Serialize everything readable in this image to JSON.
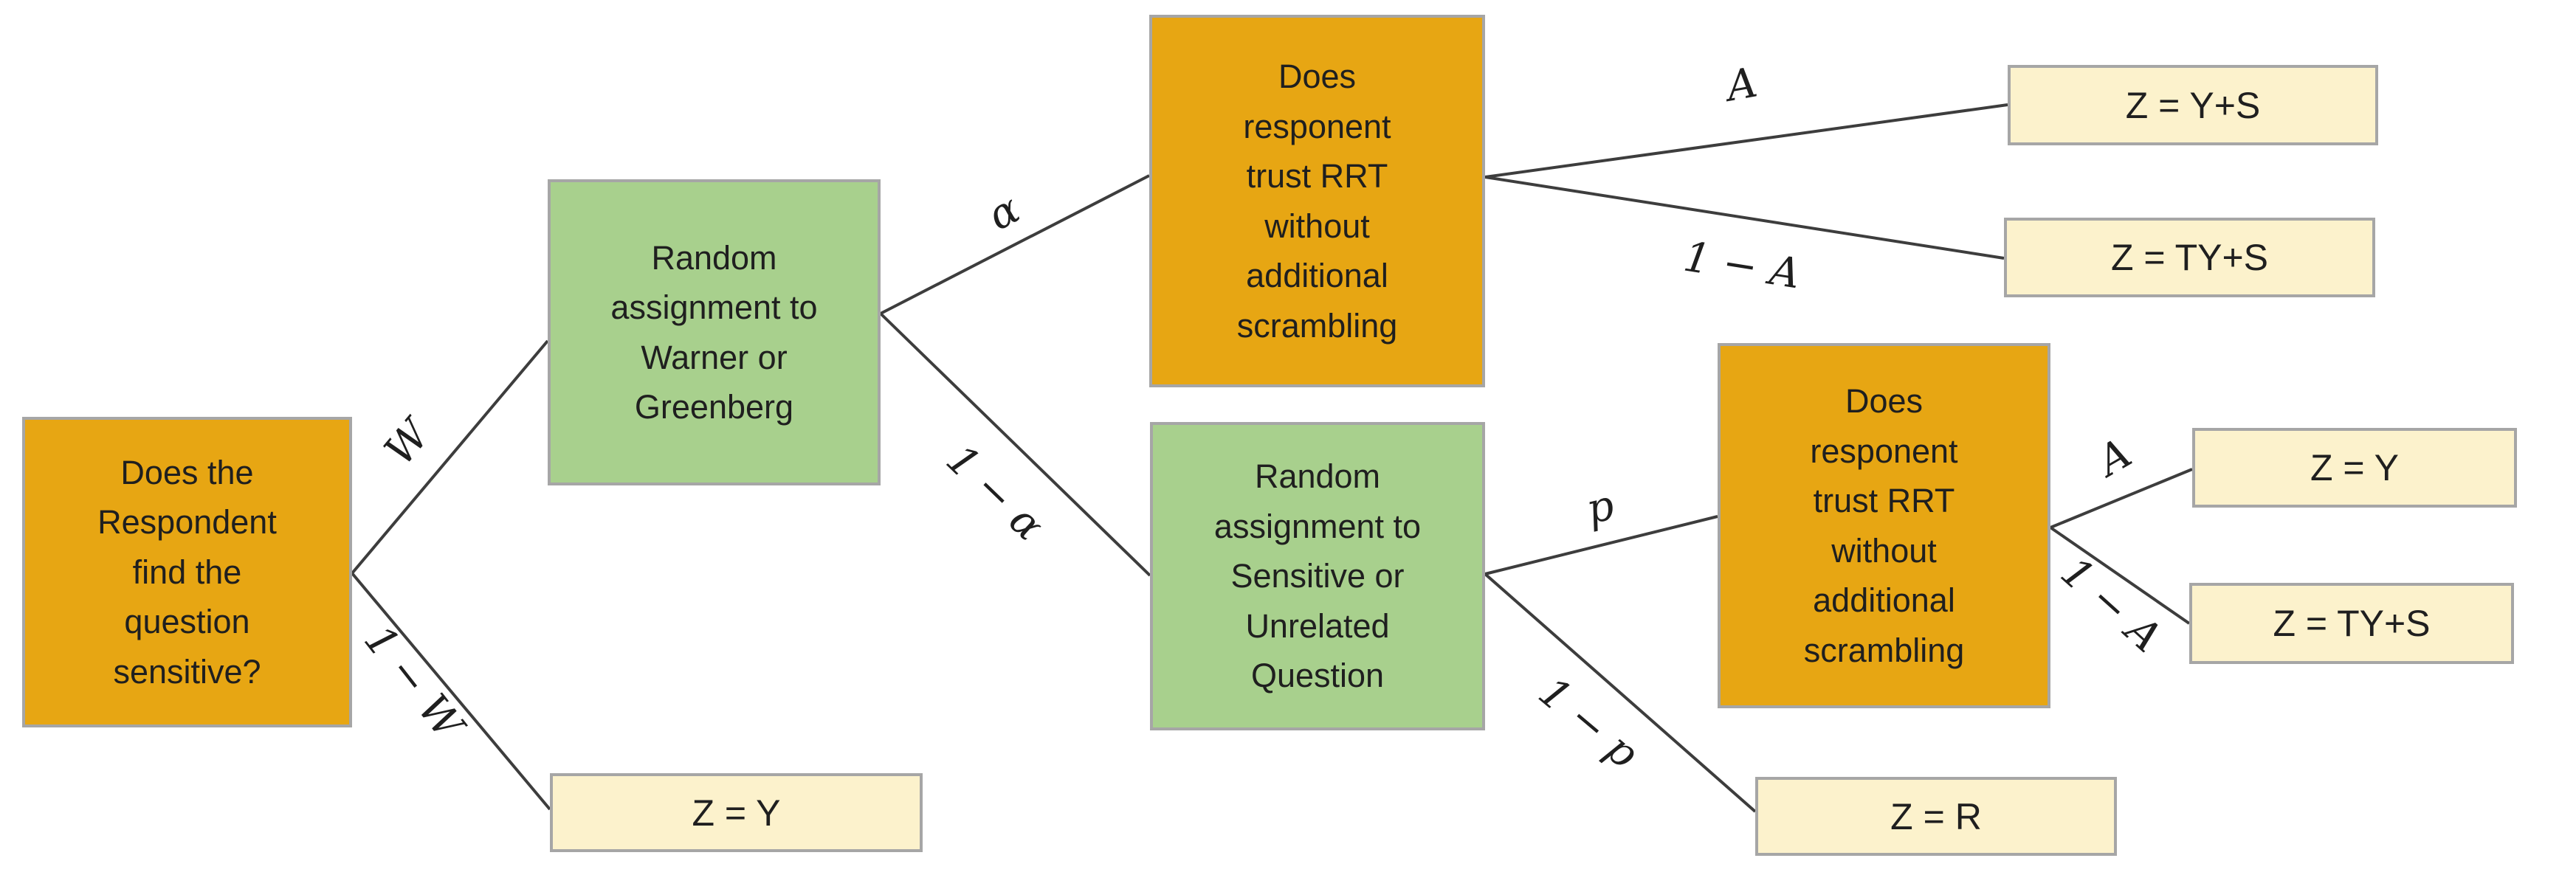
{
  "diagram": {
    "title": "Randomized response technique decision tree",
    "nodes": {
      "root": {
        "label": "Does the\nRespondent\nfind the\nquestion\nsensitive?",
        "kind": "question"
      },
      "warner": {
        "label": "Random\nassignment to\nWarner or\nGreenberg",
        "kind": "randomization"
      },
      "trust1": {
        "label": "Does\nresponent\ntrust RRT\nwithout\nadditional\nscrambling",
        "kind": "question"
      },
      "sensitive": {
        "label": "Random\nassignment to\nSensitive or\nUnrelated\nQuestion",
        "kind": "randomization"
      },
      "trust2": {
        "label": "Does\nresponent\ntrust RRT\nwithout\nadditional\nscrambling",
        "kind": "question"
      },
      "z_ys": {
        "label": "Z = Y+S",
        "kind": "outcome"
      },
      "z_tys_top": {
        "label": "Z = TY+S",
        "kind": "outcome"
      },
      "z_y_right": {
        "label": "Z = Y",
        "kind": "outcome"
      },
      "z_tys_right": {
        "label": "Z = TY+S",
        "kind": "outcome"
      },
      "z_r": {
        "label": "Z = R",
        "kind": "outcome"
      },
      "z_y_bottom": {
        "label": "Z = Y",
        "kind": "outcome"
      }
    },
    "edge_labels": {
      "w": "W",
      "one_minus_w": "1 − W",
      "alpha": "α",
      "one_minus_alpha": "1 − α",
      "a1": "A",
      "one_minus_a1": "1 − A",
      "p": "p",
      "one_minus_p": "1 − p",
      "a2": "A",
      "one_minus_a2": "1 − A"
    },
    "colors": {
      "question_fill": "#e7a613",
      "randomization_fill": "#a8d08d",
      "outcome_fill": "#fcf2cc",
      "border": "#a6a6a6",
      "line": "#3d3d3d",
      "text": "#1f1f1f"
    }
  }
}
